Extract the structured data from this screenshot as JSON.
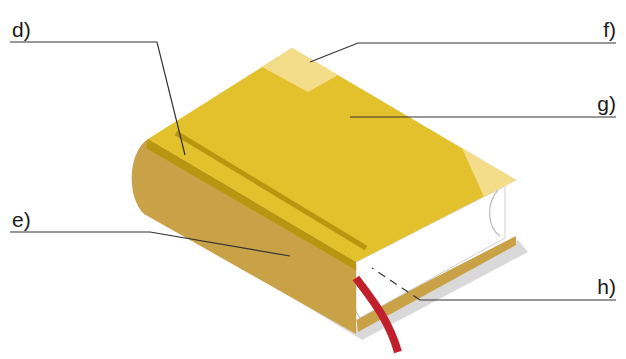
{
  "diagram": {
    "labels": [
      "d)",
      "f)",
      "g)",
      "e)",
      "h)"
    ]
  }
}
